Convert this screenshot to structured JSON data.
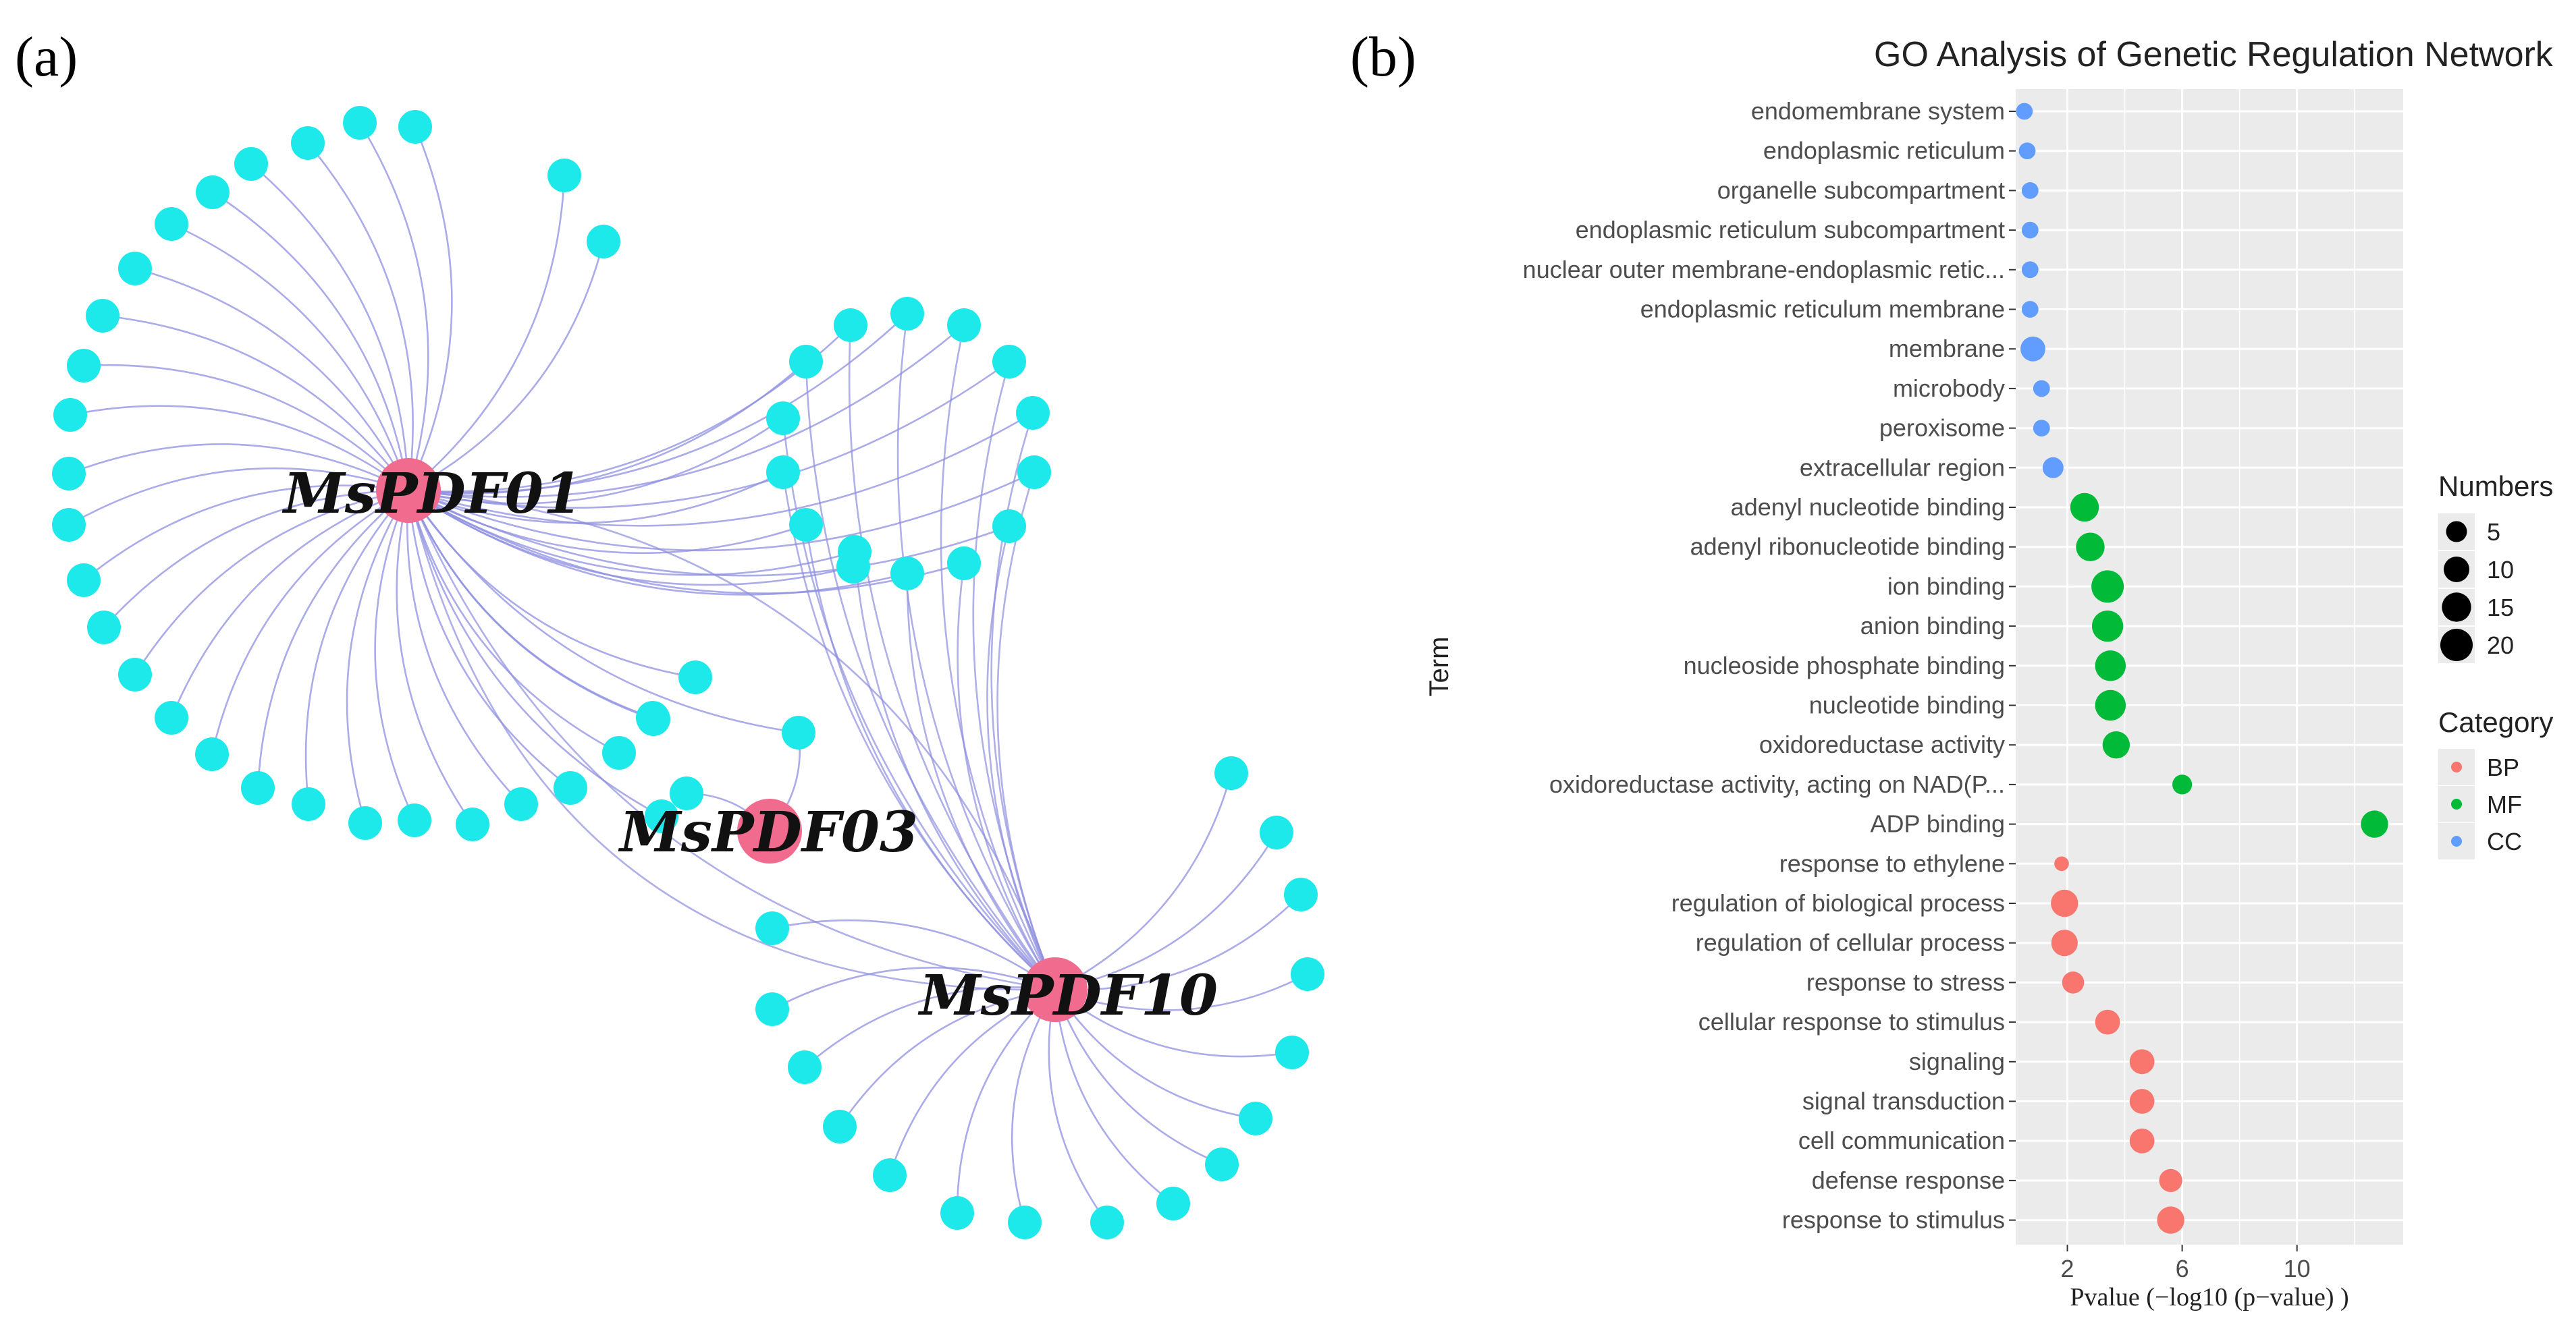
{
  "panel_labels": [
    "(a)",
    "(b)"
  ],
  "network": {
    "hubs": [
      {
        "id": "h1",
        "label": "MsPDF01"
      },
      {
        "id": "h3",
        "label": "MsPDF03"
      },
      {
        "id": "h10",
        "label": "MsPDF10"
      }
    ],
    "colors": {
      "hub": "#f06b8e",
      "leaf": "#1ee9ea",
      "edge": "#8e8fe0"
    }
  },
  "chart_data": {
    "type": "scatter",
    "title": "GO Analysis of Genetic Regulation Network",
    "xlabel": "Pvalue (−log10 (p−value) )",
    "ylabel": "Term",
    "xticks": [
      2,
      6,
      10
    ],
    "xlim": [
      0.2,
      13.7
    ],
    "grid": true,
    "legend_position": "right",
    "size_legend": {
      "title": "Numbers",
      "values": [
        5,
        10,
        15,
        20
      ]
    },
    "category_legend": {
      "title": "Category",
      "items": [
        {
          "name": "BP",
          "color": "#f8766d"
        },
        {
          "name": "MF",
          "color": "#00ba38"
        },
        {
          "name": "CC",
          "color": "#619cff"
        }
      ]
    },
    "terms": [
      {
        "term": "endomembrane system",
        "x": 0.5,
        "count": 2,
        "category": "CC"
      },
      {
        "term": "endoplasmic reticulum",
        "x": 0.6,
        "count": 2,
        "category": "CC"
      },
      {
        "term": "organelle subcompartment",
        "x": 0.7,
        "count": 2,
        "category": "CC"
      },
      {
        "term": "endoplasmic reticulum subcompartment",
        "x": 0.7,
        "count": 2,
        "category": "CC"
      },
      {
        "term": "nuclear outer membrane-endoplasmic retic...",
        "x": 0.7,
        "count": 2,
        "category": "CC"
      },
      {
        "term": "endoplasmic reticulum membrane",
        "x": 0.7,
        "count": 2,
        "category": "CC"
      },
      {
        "term": "membrane",
        "x": 0.8,
        "count": 9,
        "category": "CC"
      },
      {
        "term": "microbody",
        "x": 1.1,
        "count": 2,
        "category": "CC"
      },
      {
        "term": "peroxisome",
        "x": 1.1,
        "count": 2,
        "category": "CC"
      },
      {
        "term": "extracellular region",
        "x": 1.5,
        "count": 5,
        "category": "CC"
      },
      {
        "term": "adenyl nucleotide binding",
        "x": 2.6,
        "count": 14,
        "category": "MF"
      },
      {
        "term": "adenyl ribonucleotide binding",
        "x": 2.8,
        "count": 14,
        "category": "MF"
      },
      {
        "term": "ion binding",
        "x": 3.4,
        "count": 20,
        "category": "MF"
      },
      {
        "term": "anion binding",
        "x": 3.4,
        "count": 18,
        "category": "MF"
      },
      {
        "term": "nucleoside phosphate binding",
        "x": 3.5,
        "count": 17,
        "category": "MF"
      },
      {
        "term": "nucleotide binding",
        "x": 3.5,
        "count": 17,
        "category": "MF"
      },
      {
        "term": "oxidoreductase activity",
        "x": 3.7,
        "count": 12,
        "category": "MF"
      },
      {
        "term": "oxidoreductase activity, acting on NAD(P...",
        "x": 6.0,
        "count": 4,
        "category": "MF"
      },
      {
        "term": "ADP binding",
        "x": 12.7,
        "count": 12,
        "category": "MF"
      },
      {
        "term": "response to ethylene",
        "x": 1.8,
        "count": 1,
        "category": "BP"
      },
      {
        "term": "regulation of biological process",
        "x": 1.9,
        "count": 12,
        "category": "BP"
      },
      {
        "term": "regulation of cellular process",
        "x": 1.9,
        "count": 11,
        "category": "BP"
      },
      {
        "term": "response to stress",
        "x": 2.2,
        "count": 6,
        "category": "BP"
      },
      {
        "term": "cellular response to stimulus",
        "x": 3.4,
        "count": 9,
        "category": "BP"
      },
      {
        "term": "signaling",
        "x": 4.6,
        "count": 9,
        "category": "BP"
      },
      {
        "term": "signal transduction",
        "x": 4.6,
        "count": 9,
        "category": "BP"
      },
      {
        "term": "cell communication",
        "x": 4.6,
        "count": 9,
        "category": "BP"
      },
      {
        "term": "defense response",
        "x": 5.6,
        "count": 7,
        "category": "BP"
      },
      {
        "term": "response to stimulus",
        "x": 5.6,
        "count": 12,
        "category": "BP"
      }
    ]
  }
}
